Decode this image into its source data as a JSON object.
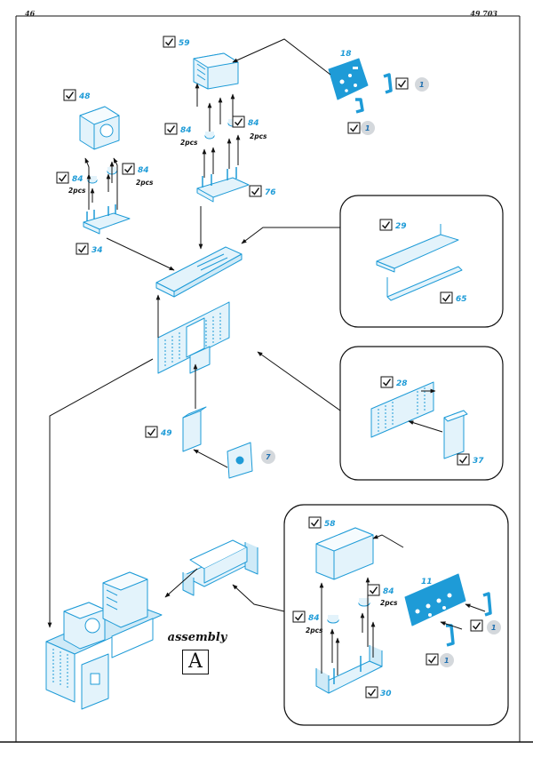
{
  "header": {
    "page_number": "46",
    "sheet_code": "49 703"
  },
  "assembly": {
    "label": "assembly",
    "letter": "A"
  },
  "qty_2pcs": "2pcs",
  "parts": {
    "p59": "59",
    "p18": "18",
    "p1a": "1",
    "p1b": "1",
    "p48": "48",
    "p84a": "84",
    "p84b": "84",
    "p84c": "84",
    "p84d": "84",
    "p34": "34",
    "p76": "76",
    "p29": "29",
    "p65": "65",
    "p28": "28",
    "p37": "37",
    "p49": "49",
    "p7": "7",
    "p58": "58",
    "p84e": "84",
    "p84f": "84",
    "p11": "11",
    "p1c": "1",
    "p1d": "1",
    "p30": "30"
  },
  "colors": {
    "accent": "#1e9bd7",
    "part_fill": "#e3f3fb",
    "ink": "#111111",
    "badge": "#d4d8dc"
  }
}
